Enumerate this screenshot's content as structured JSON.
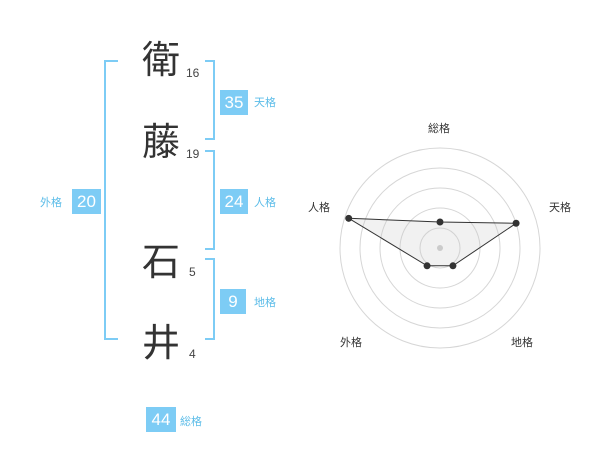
{
  "name": {
    "chars": [
      {
        "char": "衛",
        "strokes": "16"
      },
      {
        "char": "藤",
        "strokes": "19"
      },
      {
        "char": "石",
        "strokes": "5"
      },
      {
        "char": "井",
        "strokes": "4"
      }
    ]
  },
  "fortune": {
    "tenkaku": {
      "value": "35",
      "label": "天格"
    },
    "jinkaku": {
      "value": "24",
      "label": "人格"
    },
    "chikaku": {
      "value": "9",
      "label": "地格"
    },
    "gaikaku": {
      "value": "20",
      "label": "外格"
    },
    "soukaku": {
      "value": "44",
      "label": "総格"
    }
  },
  "colors": {
    "accent": "#7dccf5",
    "accent_text": "#5bbce8",
    "text": "#333333"
  },
  "chart_data": {
    "type": "radar",
    "axes": [
      "総格",
      "天格",
      "地格",
      "外格",
      "人格"
    ],
    "values": [
      1.3,
      4.0,
      1.1,
      1.1,
      4.8
    ],
    "range": [
      0,
      5
    ],
    "rings": 5
  }
}
